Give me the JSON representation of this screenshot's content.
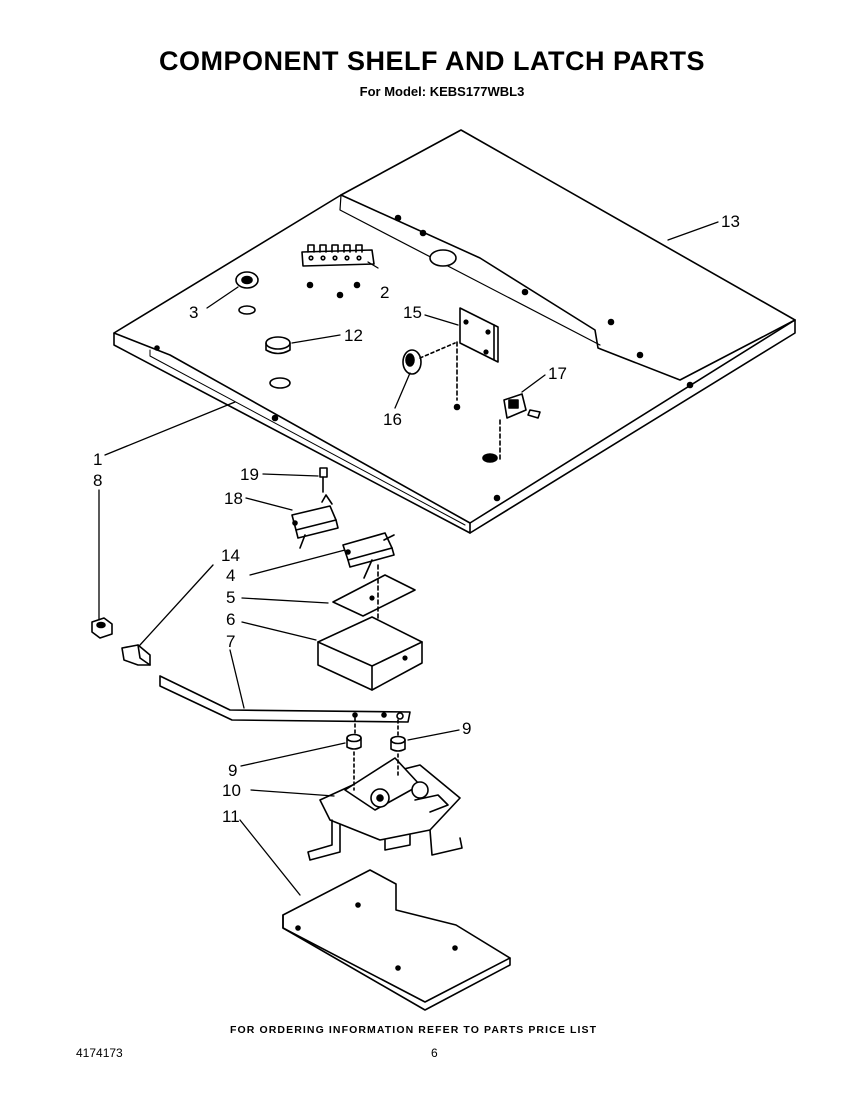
{
  "header": {
    "title": "COMPONENT SHELF AND LATCH PARTS",
    "model_line": "For Model: KEBS177WBL3"
  },
  "footer": {
    "ordering_note": "FOR ORDERING INFORMATION REFER TO PARTS PRICE LIST",
    "document_number": "4174173",
    "page_number": "6"
  },
  "callouts": {
    "c1": "1",
    "c2": "2",
    "c3": "3",
    "c4": "4",
    "c5": "5",
    "c6": "6",
    "c7": "7",
    "c8": "8",
    "c9a": "9",
    "c9b": "9",
    "c10": "10",
    "c11": "11",
    "c12": "12",
    "c13": "13",
    "c14": "14",
    "c15": "15",
    "c16": "16",
    "c17": "17",
    "c18": "18",
    "c19": "19"
  }
}
